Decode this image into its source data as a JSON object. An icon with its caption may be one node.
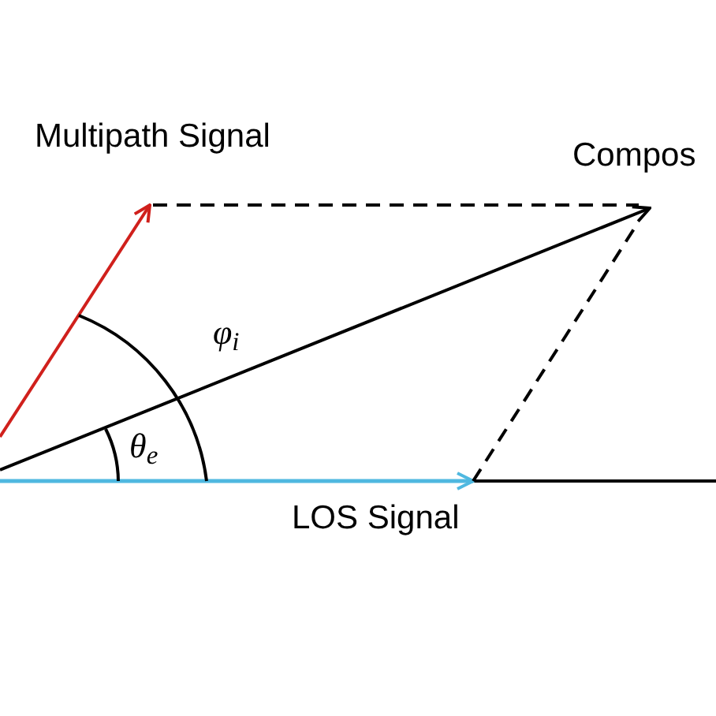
{
  "diagram": {
    "labels": [
      "Multipath Signal",
      "Compos",
      "φ$_{i}$",
      "θ$_{e}$",
      "LOS Signal"
    ]
  }
}
